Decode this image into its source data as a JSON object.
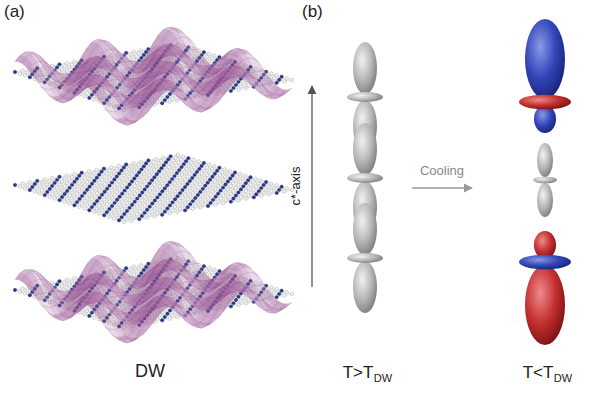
{
  "diagram": {
    "labels": [
      "(a)",
      "(b)",
      "DW",
      "c*-axis",
      "Cooling",
      "T>T",
      "DW",
      "T<T",
      "DW"
    ]
  }
}
